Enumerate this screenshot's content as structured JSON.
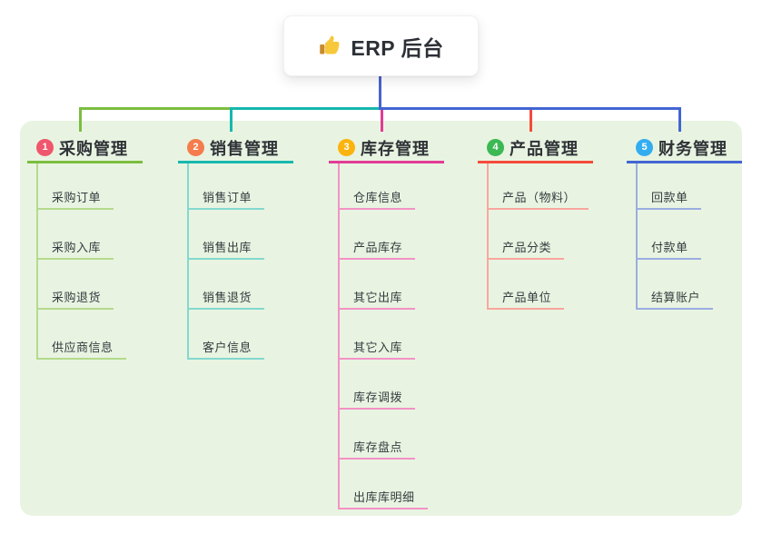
{
  "root": {
    "label": "ERP 后台",
    "icon": "thumbs-up-icon"
  },
  "colors": {
    "canvas": "#ffffff",
    "panel_bg": "#e8f4e1",
    "trunk": "#4a63cb",
    "title_text": "#2f3237",
    "child_text": "#363b40"
  },
  "branches": [
    {
      "badge": "1",
      "label": "采购管理",
      "badge_color": "#f0566c",
      "line_color": "#7cbd40",
      "child_line_color": "#b4da8c",
      "children": [
        "采购订单",
        "采购入库",
        "采购退货",
        "供应商信息"
      ]
    },
    {
      "badge": "2",
      "label": "销售管理",
      "badge_color": "#f57c4d",
      "line_color": "#16b8ae",
      "child_line_color": "#84d8cf",
      "children": [
        "销售订单",
        "销售出库",
        "销售退货",
        "客户信息"
      ]
    },
    {
      "badge": "3",
      "label": "库存管理",
      "badge_color": "#fbb30d",
      "line_color": "#e23c96",
      "child_line_color": "#f392c6",
      "children": [
        "仓库信息",
        "产品库存",
        "其它出库",
        "其它入库",
        "库存调拨",
        "库存盘点",
        "出库库明细"
      ]
    },
    {
      "badge": "4",
      "label": "产品管理",
      "badge_color": "#3cb854",
      "line_color": "#f44b3c",
      "child_line_color": "#f9a69e",
      "children": [
        "产品（物料）",
        "产品分类",
        "产品单位"
      ]
    },
    {
      "badge": "5",
      "label": "财务管理",
      "badge_color": "#33adf0",
      "line_color": "#4365d2",
      "child_line_color": "#9bade1",
      "children": [
        "回款单",
        "付款单",
        "结算账户"
      ]
    }
  ]
}
